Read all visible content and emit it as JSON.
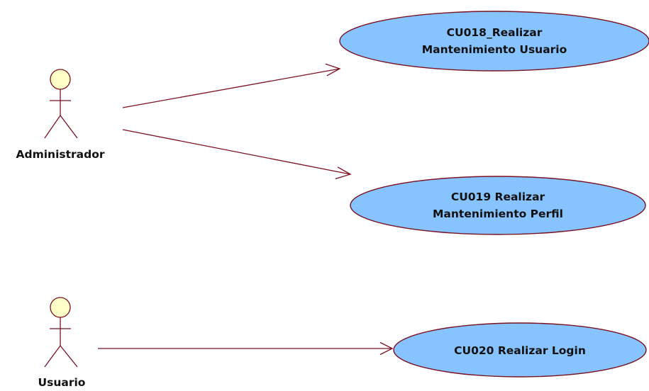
{
  "colors": {
    "line": "#7a1020",
    "actor_head_fill": "#ffffc8",
    "use_case_fill": "#87c3ff",
    "text": "#111111",
    "background": "#ffffff"
  },
  "actors": [
    {
      "id": "administrador",
      "label": "Administrador"
    },
    {
      "id": "usuario",
      "label": "Usuario"
    }
  ],
  "use_cases": [
    {
      "id": "cu018",
      "lines": [
        "CU018_Realizar",
        "Mantenimiento Usuario"
      ]
    },
    {
      "id": "cu019",
      "lines": [
        "CU019 Realizar",
        "Mantenimiento Perfil"
      ]
    },
    {
      "id": "cu020",
      "lines": [
        "CU020 Realizar Login"
      ]
    }
  ],
  "associations": [
    {
      "from": "administrador",
      "to": "cu018"
    },
    {
      "from": "administrador",
      "to": "cu019"
    },
    {
      "from": "usuario",
      "to": "cu020"
    }
  ]
}
